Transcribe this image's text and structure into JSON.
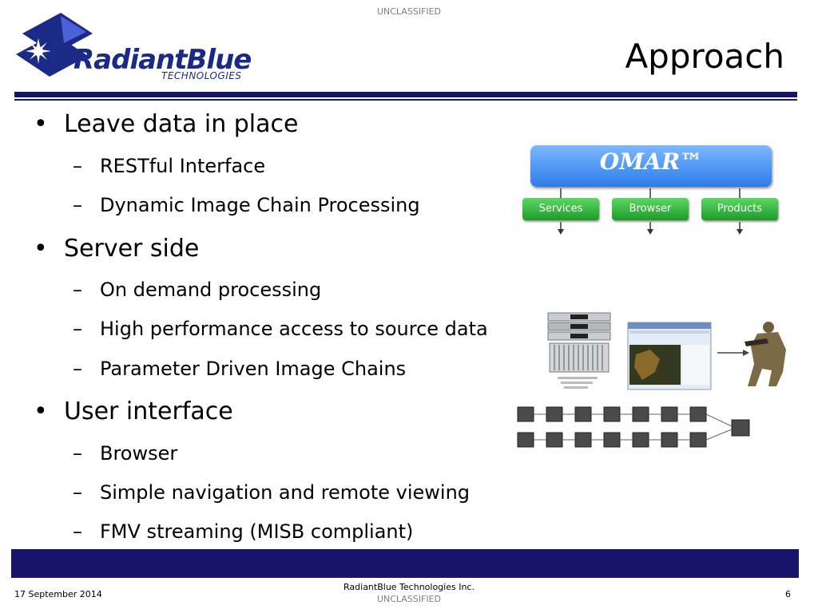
{
  "classification": {
    "top": "UNCLASSIFIED",
    "bottom": "UNCLASSIFIED"
  },
  "logo": {
    "name": "RadiantBlue",
    "subtitle": "TECHNOLOGIES"
  },
  "slide": {
    "title": "Approach",
    "bullets": [
      {
        "text": "Leave data in place",
        "subs": [
          "RESTful Interface",
          "Dynamic Image Chain Processing"
        ]
      },
      {
        "text": "Server side",
        "subs": [
          "On demand processing",
          "High performance access to source data",
          "Parameter Driven Image Chains"
        ]
      },
      {
        "text": "User interface",
        "subs": [
          "Browser",
          "Simple navigation and remote viewing",
          "FMV streaming (MISB compliant)"
        ]
      }
    ]
  },
  "diagram": {
    "main_label": "OMAR™",
    "boxes": [
      "Services",
      "Browser",
      "Products"
    ]
  },
  "footer": {
    "date": "17 September 2014",
    "company": "RadiantBlue Technologies Inc.",
    "page": "6"
  },
  "colors": {
    "navy": "#14156b",
    "omar_blue": "#2c7ce8",
    "green": "#1f9a2a"
  }
}
